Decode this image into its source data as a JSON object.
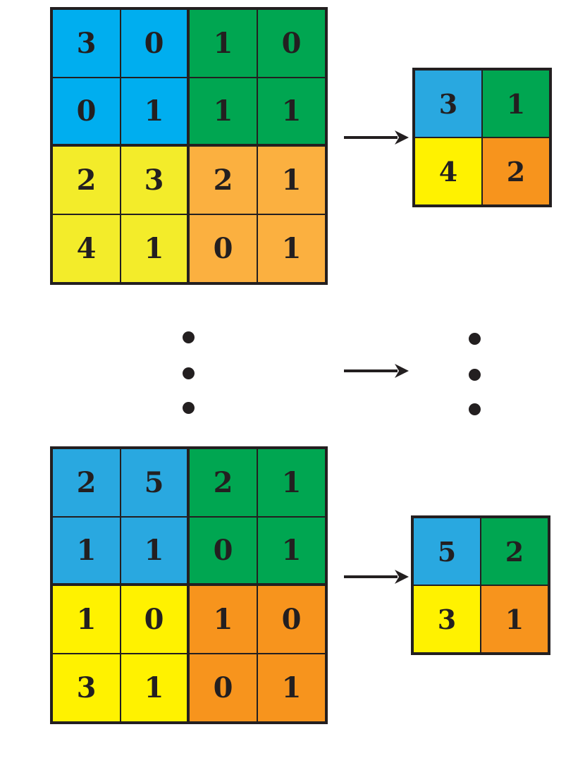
{
  "colors": {
    "blue": "#00aeef",
    "blue_alt": "#29a8e0",
    "green": "#00a651",
    "yellow": "#f3ec2a",
    "yellow_alt": "#fff200",
    "orange": "#fbb040",
    "orange_alt": "#f7941d",
    "ink": "#231f20"
  },
  "top_example": {
    "input": [
      [
        "3",
        "0",
        "1",
        "0"
      ],
      [
        "0",
        "1",
        "1",
        "1"
      ],
      [
        "2",
        "3",
        "2",
        "1"
      ],
      [
        "4",
        "1",
        "0",
        "1"
      ]
    ],
    "output": [
      [
        "3",
        "1"
      ],
      [
        "4",
        "2"
      ]
    ]
  },
  "bottom_example": {
    "input": [
      [
        "2",
        "5",
        "2",
        "1"
      ],
      [
        "1",
        "1",
        "0",
        "1"
      ],
      [
        "1",
        "0",
        "1",
        "0"
      ],
      [
        "3",
        "1",
        "0",
        "1"
      ]
    ],
    "output": [
      [
        "5",
        "2"
      ],
      [
        "3",
        "1"
      ]
    ]
  },
  "icons": {
    "arrow": "right-arrow-icon",
    "ellipsis": "vertical-ellipsis-icon"
  }
}
